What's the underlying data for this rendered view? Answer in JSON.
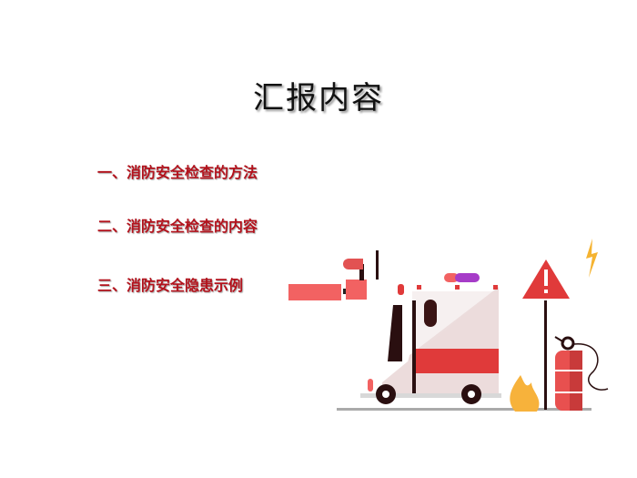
{
  "slide": {
    "title": "汇报内容",
    "items": [
      {
        "label": "一、消防安全检查的方法"
      },
      {
        "label": "二、消防安全检查的内容"
      },
      {
        "label": "三、消防安全隐患示例"
      }
    ]
  },
  "colors": {
    "accent": "#b3121c",
    "illustration_red": "#e03a3a",
    "salmon": "#f26262"
  }
}
